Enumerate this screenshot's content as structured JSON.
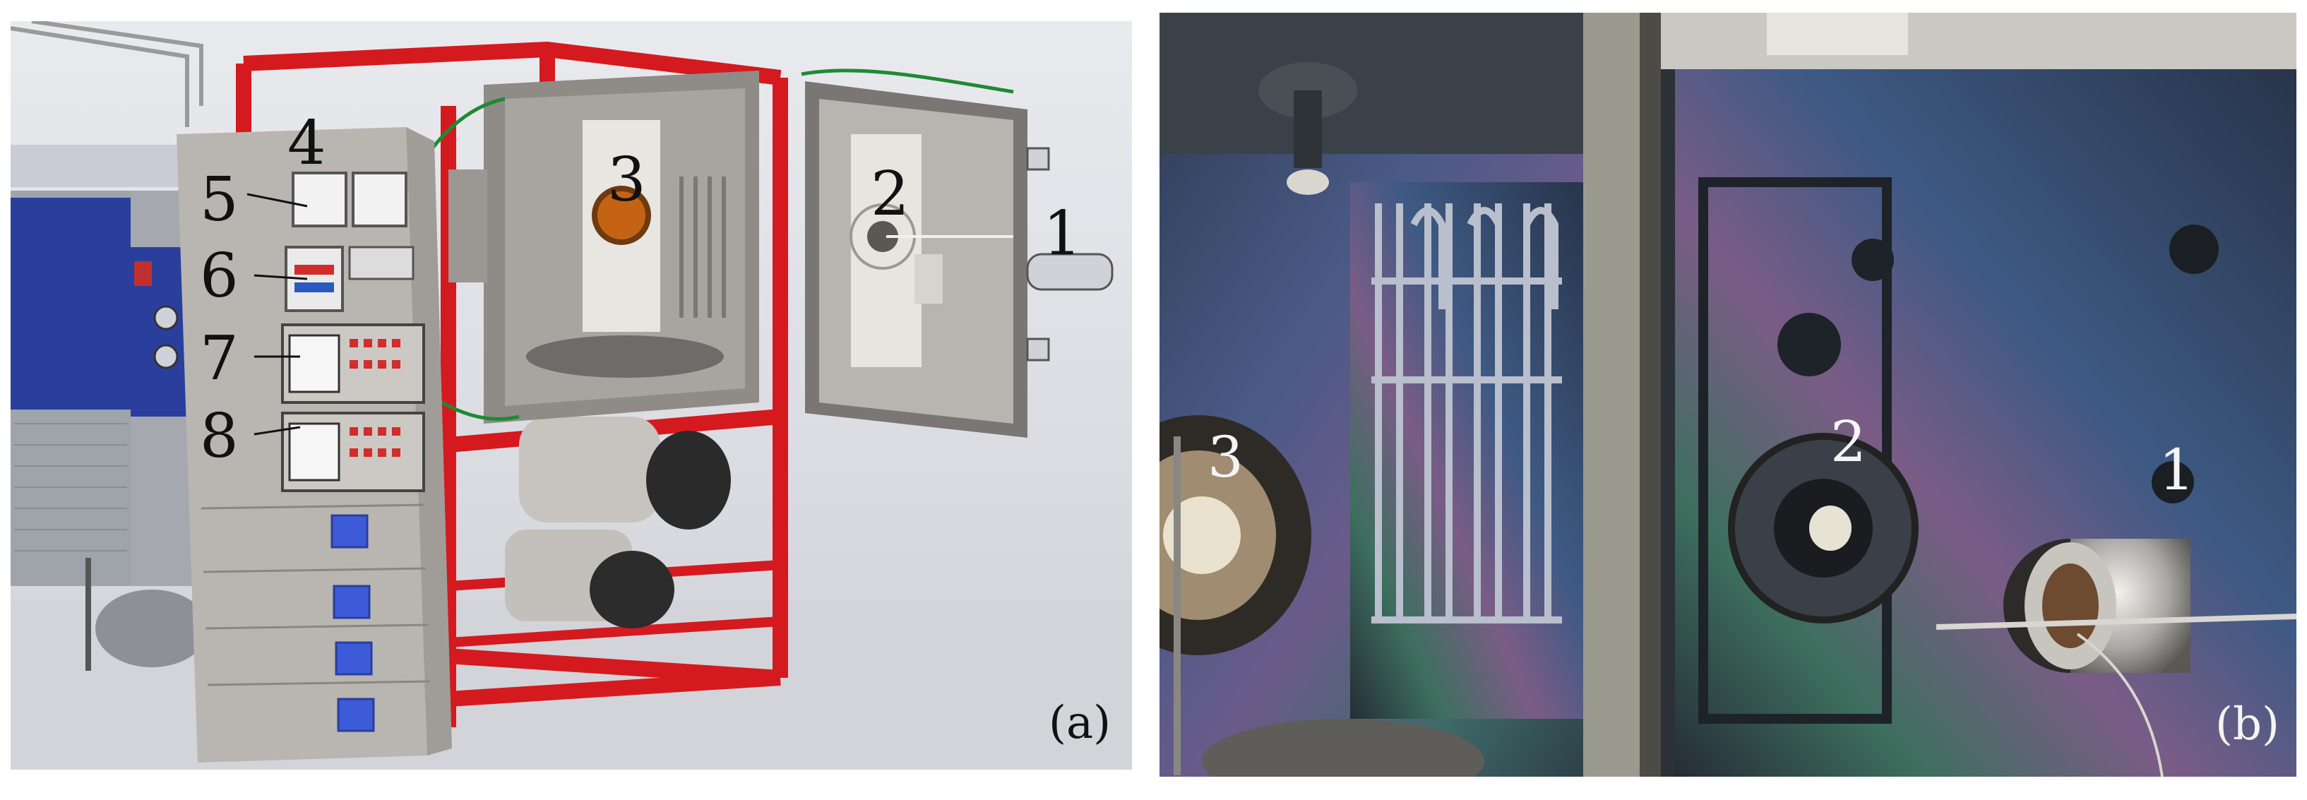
{
  "panel_a": {
    "letter": "(a)",
    "callouts": [
      "1",
      "2",
      "3",
      "4",
      "5",
      "6",
      "7",
      "8"
    ]
  },
  "panel_b": {
    "letter": "(b)",
    "callouts": [
      "1",
      "2",
      "3"
    ]
  },
  "colors": {
    "frame_red": "#d41a1f",
    "cabinet_grey": "#b9b6b1",
    "chamber_grey": "#8c8985",
    "unit_blue": "#2a3f9c",
    "background_a": "#e3e4e9",
    "background_b": "#2b3136"
  }
}
